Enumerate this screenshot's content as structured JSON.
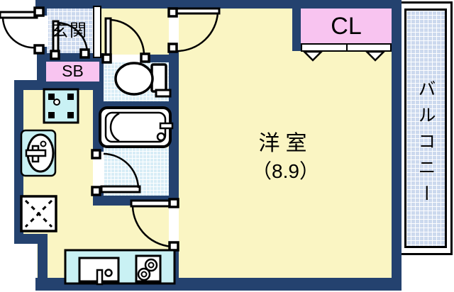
{
  "plan": {
    "type": "apartment-floor-plan",
    "rooms": {
      "entrance": {
        "label": "玄関"
      },
      "shoe_box": {
        "label": "SB"
      },
      "closet": {
        "label": "CL"
      },
      "main_room": {
        "label": "洋室",
        "size": "（8.9）"
      },
      "balcony": {
        "label": "バルコニー"
      }
    },
    "fixtures": [
      "toilet-icon",
      "bathtub-icon",
      "washbasin-icon",
      "washing-machine-pan-icon",
      "void-x-icon",
      "kitchen-sink-icon",
      "stove-icon",
      "door-swing-front",
      "door-swing-entrance",
      "door-swing-toilet",
      "door-swing-main-room",
      "door-swing-bathroom",
      "door-swing-kitchen",
      "closet-bifold-doors"
    ],
    "colors": {
      "wall": "#24426f",
      "room_floor": "#faf5c3",
      "tile_blue": "#ccd9ee",
      "tile_cyan": "#d8edf6",
      "fixture_cyan": "#c9f1f4",
      "closet_pink": "#f8c4f0",
      "line": "#000000",
      "background": "#ffffff"
    }
  }
}
